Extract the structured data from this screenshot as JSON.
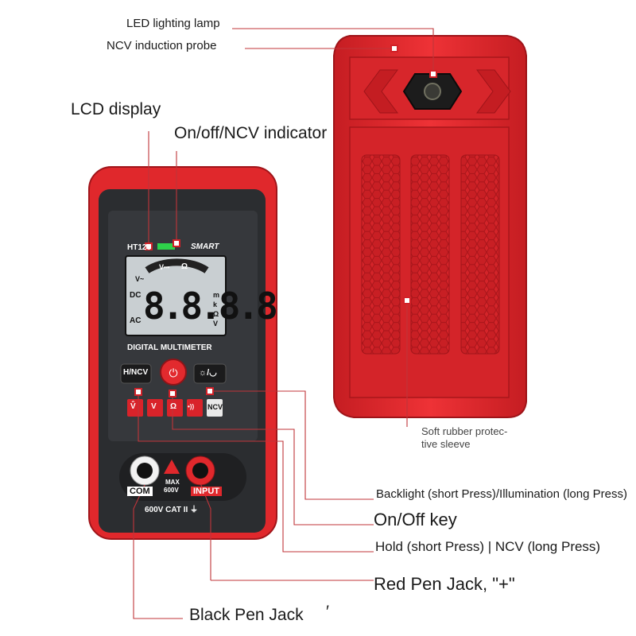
{
  "labels": {
    "led_lamp": "LED lighting lamp",
    "ncv_probe": "NCV induction probe",
    "lcd_display": "LCD display",
    "onoff_indicator": "On/off/NCV indicator",
    "sleeve_line1": "Soft rubber protec-",
    "sleeve_line2": "tive sleeve",
    "backlight": "Backlight (short Press)/Illumination (long Press)",
    "onoff_key": "On/Off key",
    "hold_ncv": "Hold (short Press) | NCV (long Press)",
    "red_jack": "Red Pen Jack, \"+\"",
    "black_jack": "Black Pen Jack",
    "stray_mark": "′"
  },
  "device": {
    "model": "HT123",
    "smart": "SMART",
    "digits": "8.8.8.8",
    "dc": "DC",
    "ac": "AC",
    "title": "DIGITAL MULTIMETER",
    "btn_hold": "H/NCV",
    "btn_light": "☼/◡",
    "ncv_key": "NCV",
    "com": "COM",
    "input": "INPUT",
    "max": "MAX",
    "max_v": "600V",
    "rating": "600V CAT II ⏚",
    "units": [
      "m",
      "k",
      "Ω",
      "V"
    ],
    "v_dc": "V⎓",
    "ohm": "Ω",
    "v_ac": "V~",
    "keys": [
      "V̂",
      "V",
      "Ω",
      "•))"
    ]
  },
  "colors": {
    "accent": "#e8242a",
    "body_red": "#e0282c",
    "panel": "#2b2d30",
    "lcd": "#c9cfd2",
    "leader": "#c0353a"
  }
}
